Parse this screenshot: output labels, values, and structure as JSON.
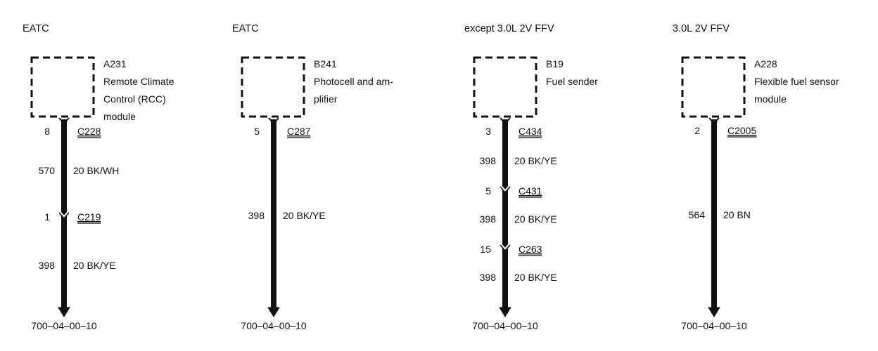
{
  "diagram": {
    "colors": {
      "ink": "#111111",
      "background": "#ffffff"
    },
    "columns": [
      {
        "header": "EATC",
        "component": {
          "id": "A231",
          "name_lines": [
            "Remote Climate",
            "Control (RCC)",
            "module"
          ]
        },
        "connections": [
          {
            "pin": "8",
            "connector": "C228"
          },
          {
            "circuit": "570",
            "wire": "20 BK/WH"
          },
          {
            "pin": "1",
            "connector": "C219"
          },
          {
            "circuit": "398",
            "wire": "20 BK/YE"
          }
        ],
        "ground_ref": "700–04–00–10"
      },
      {
        "header": "EATC",
        "component": {
          "id": "B241",
          "name_lines": [
            "Photocell and am-",
            "plifier"
          ]
        },
        "connections": [
          {
            "pin": "5",
            "connector": "C287"
          },
          {
            "circuit": "398",
            "wire": "20 BK/YE"
          }
        ],
        "ground_ref": "700–04–00–10"
      },
      {
        "header": "except 3.0L 2V FFV",
        "component": {
          "id": "B19",
          "name_lines": [
            "Fuel sender"
          ]
        },
        "connections": [
          {
            "pin": "3",
            "connector": "C434"
          },
          {
            "circuit": "398",
            "wire": "20 BK/YE"
          },
          {
            "pin": "5",
            "connector": "C431"
          },
          {
            "circuit": "398",
            "wire": "20 BK/YE"
          },
          {
            "pin": "15",
            "connector": "C263"
          },
          {
            "circuit": "398",
            "wire": "20 BK/YE"
          }
        ],
        "ground_ref": "700–04–00–10"
      },
      {
        "header": "3.0L 2V FFV",
        "component": {
          "id": "A228",
          "name_lines": [
            "Flexible fuel sensor",
            "module"
          ]
        },
        "connections": [
          {
            "pin": "2",
            "connector": "C2005"
          },
          {
            "circuit": "564",
            "wire": "20 BN"
          }
        ],
        "ground_ref": "700–04–00–10"
      }
    ]
  }
}
